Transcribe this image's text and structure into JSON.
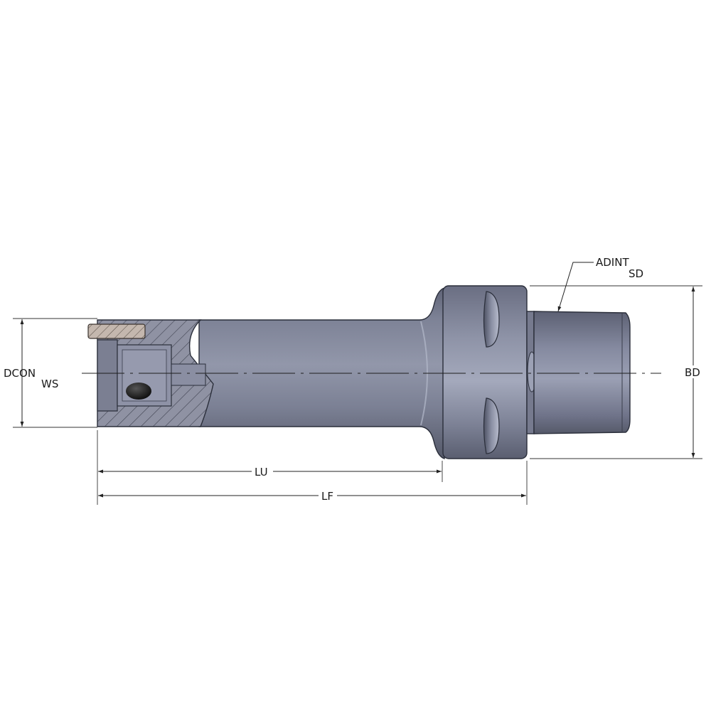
{
  "labels": {
    "dcon": "DCON",
    "ws": "WS",
    "lu": "LU",
    "lf": "LF",
    "bd": "BD",
    "adint": "ADINT",
    "sd": "SD"
  },
  "colors": {
    "body": "#7c8195",
    "body_light": "#a2a7bb",
    "body_dark": "#5a5e70",
    "section_fill": "#8d90a1",
    "hatch": "#4a4d5c",
    "key": "#c3b6ad",
    "line": "#222222"
  }
}
